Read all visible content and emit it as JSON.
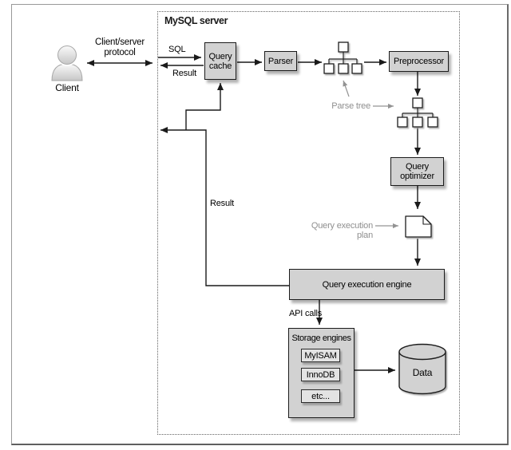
{
  "server": {
    "label": "MySQL server"
  },
  "client": {
    "label": "Client",
    "protocol_line1": "Client/server",
    "protocol_line2": "protocol"
  },
  "edges": {
    "sql": "SQL",
    "result_top": "Result",
    "result_long": "Result",
    "api_calls": "API calls"
  },
  "annotations": {
    "parse_tree": "Parse tree",
    "query_execution_plan": "Query execution plan"
  },
  "nodes": {
    "query_cache": {
      "line1": "Query",
      "line2": "cache"
    },
    "parser": {
      "label": "Parser"
    },
    "preprocessor": {
      "label": "Preprocessor"
    },
    "query_optimizer": {
      "line1": "Query",
      "line2": "optimizer"
    },
    "query_execution_engine": {
      "label": "Query execution engine"
    },
    "storage_engines": {
      "label": "Storage engines",
      "engines": [
        "MyISAM",
        "InnoDB",
        "etc..."
      ]
    },
    "data": {
      "label": "Data"
    }
  },
  "colors": {
    "node_fill": "#d2d2d2",
    "engine_fill": "#e3e3e3",
    "node_border": "#1b1b1b",
    "line": "#1a1a1a",
    "annotation_gray": "#8f8f8f",
    "dashed_border": "#636363"
  }
}
